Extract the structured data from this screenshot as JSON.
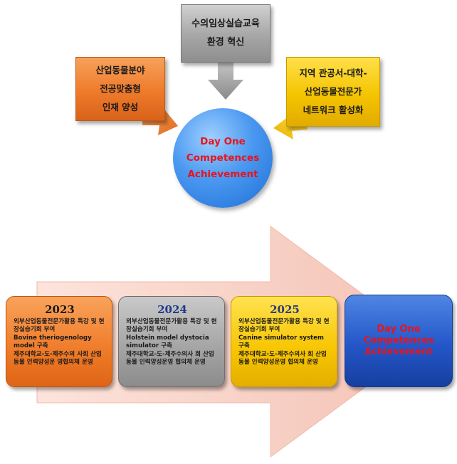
{
  "top": {
    "center_box": {
      "lines": [
        "수의임상실습교육",
        "환경 혁신"
      ]
    },
    "left_box": {
      "lines": [
        "산업동물분야",
        "전공맞춤형",
        "인재 양성"
      ]
    },
    "right_box": {
      "lines": [
        "지역 관공서-대학-",
        "산업동물전문가",
        "네트워크 활성화"
      ]
    },
    "goal_circle": {
      "lines": [
        "Day One",
        "Competences",
        "Achievement"
      ]
    }
  },
  "timeline": {
    "stages": [
      {
        "year": "2023",
        "items": [
          "외부산업동물전문가활용 특강 및 현장실습기회 부여",
          "Bovine theriogenology model 구축",
          "제주대학교-도-제주수의 사회 산업동물 인력양성운 영협의체 운영"
        ]
      },
      {
        "year": "2024",
        "items": [
          "외부산업동물전문가활용 특강 및 현장실습기회 부여",
          "Holstein model dystocia simulator 구축",
          "제주대학교-도-제주수의사 회 산업동물 인력양성운영 협의체 운영"
        ]
      },
      {
        "year": "2025",
        "items": [
          "외부산업동물전문가활용 특강 및 현장실습기회 부여",
          "Canine simulator system 구축",
          "제주대학교-도-제주수의사 회 산업동물 인력양성운영 협의체 운영"
        ]
      }
    ],
    "final": {
      "lines": [
        "Day One",
        "Competences",
        "Achievement"
      ]
    }
  },
  "colors": {
    "goal_text": "#e8141c",
    "circle_blue": "#4a98f0",
    "orange": "#ef7b28",
    "gray": "#a6a6a6",
    "yellow": "#f5c400",
    "final_blue": "#2456c8",
    "big_arrow_fill": "#f6cfc4"
  }
}
